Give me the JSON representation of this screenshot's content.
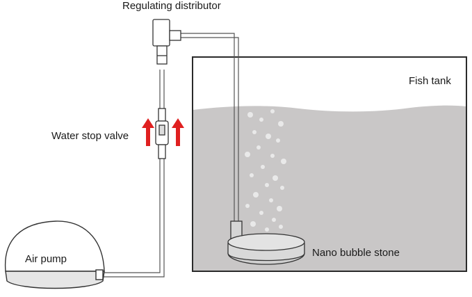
{
  "labels": {
    "regulating_distributor": "Regulating distributor",
    "fish_tank": "Fish tank",
    "water_stop_valve": "Water stop valve",
    "air_pump": "Air pump",
    "nano_bubble_stone": "Nano bubble stone"
  },
  "colors": {
    "water": "#c9c7c7",
    "tank_border": "#2a2a2a",
    "tube": "#555555",
    "arrow": "#e02020",
    "bubble": "#e8e8e8"
  },
  "icons": {
    "flow_arrows": "up-arrow-icon"
  }
}
